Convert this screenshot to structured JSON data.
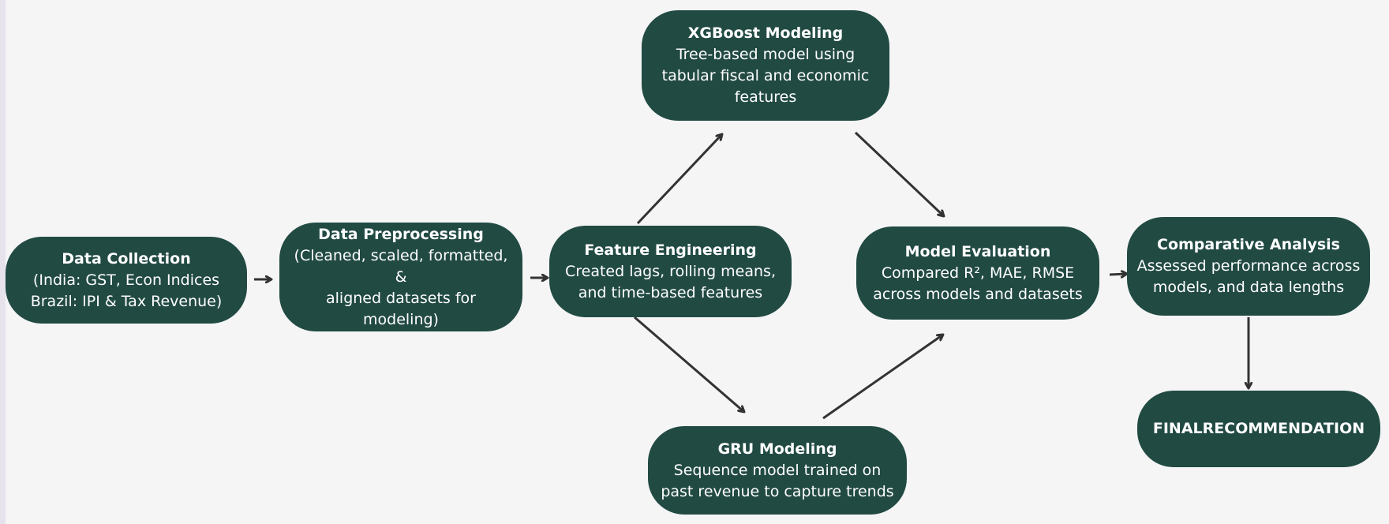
{
  "nodes": {
    "data_collection": {
      "title": "Data Collection",
      "desc": "(India: GST, Econ Indices\nBrazil: IPI & Tax Revenue)"
    },
    "data_preprocessing": {
      "title": "Data Preprocessing",
      "desc": "(Cleaned, scaled, formatted, &\naligned datasets for modeling)"
    },
    "feature_engineering": {
      "title": "Feature Engineering",
      "desc": "Created lags, rolling means,\nand time-based features"
    },
    "xgboost_modeling": {
      "title": "XGBoost Modeling",
      "desc": "Tree-based model using\ntabular fiscal and economic\nfeatures"
    },
    "gru_modeling": {
      "title": "GRU Modeling",
      "desc": "Sequence model trained on\npast revenue to capture trends"
    },
    "model_evaluation": {
      "title": "Model Evaluation",
      "desc": "Compared R², MAE, RMSE\nacross models and datasets"
    },
    "comparative_analysis": {
      "title": "Comparative Analysis",
      "desc": "Assessed performance across\nmodels, and data lengths"
    },
    "final_recommendation": {
      "title": "FINALRECOMMENDATION"
    }
  },
  "colors": {
    "node_fill": "#214a43",
    "node_text": "#ffffff",
    "arrow": "#333333",
    "background": "#f5f5f5"
  }
}
